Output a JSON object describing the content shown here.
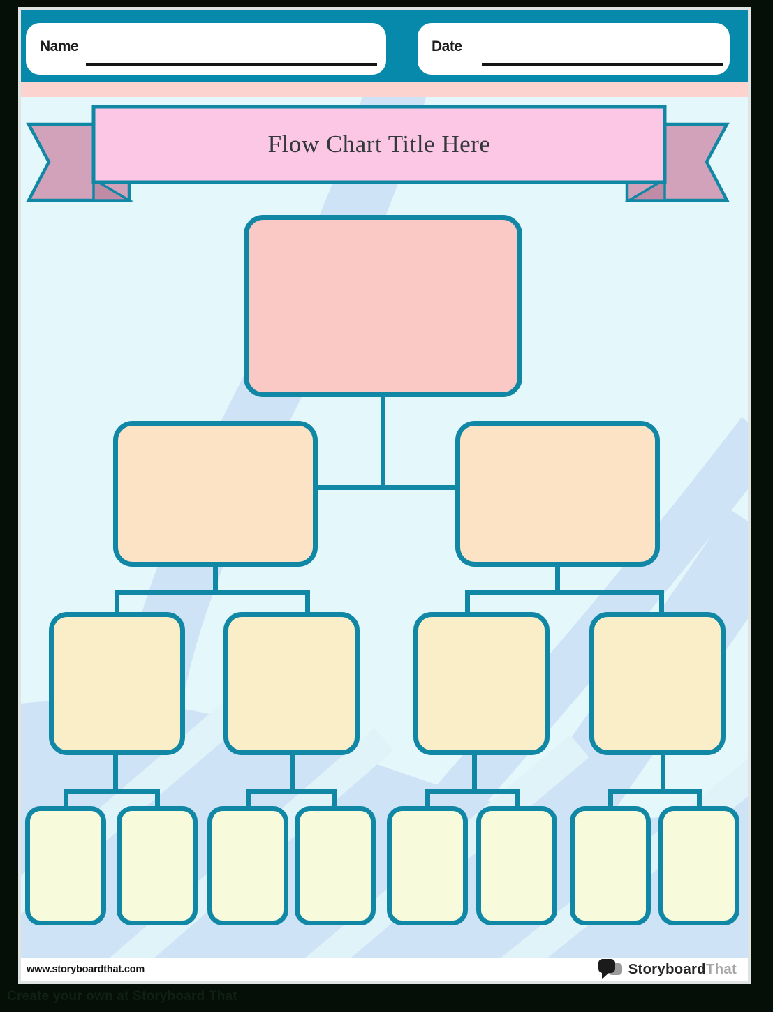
{
  "header": {
    "name_label": "Name",
    "date_label": "Date"
  },
  "banner": {
    "title": "Flow Chart Title Here"
  },
  "flowchart": {
    "type": "tree-flow-chart-template",
    "levels": [
      {
        "level": 1,
        "node_count": 1,
        "fill": "#fbc9c5"
      },
      {
        "level": 2,
        "node_count": 2,
        "fill": "#fce3c5"
      },
      {
        "level": 3,
        "node_count": 4,
        "fill": "#faeec8"
      },
      {
        "level": 4,
        "node_count": 8,
        "fill": "#f7fadb"
      }
    ],
    "nodes_are_blank": true
  },
  "footer": {
    "website": "www.storyboardthat.com",
    "logo_text_primary": "Storyboard",
    "logo_text_secondary": "That"
  },
  "bottom_bar": {
    "caption": "Create your own at Storyboard That"
  },
  "colors": {
    "frame": "#050e07",
    "teal": "#0789ab",
    "stroke": "#1187a6",
    "bg": "#e4f7fa",
    "swirl": "#cfe3f7",
    "swirl_light": "#dff3f8",
    "strip_pink": "#fdd3d0",
    "banner_pink": "#fbc7e4",
    "ribbon_rose": "#d2a2bb",
    "ribbon_fold": "#bf8ba5",
    "node_l1": "#fbc9c5",
    "node_l2": "#fce3c5",
    "node_l3": "#faeec8",
    "node_l4": "#f7fadb"
  }
}
